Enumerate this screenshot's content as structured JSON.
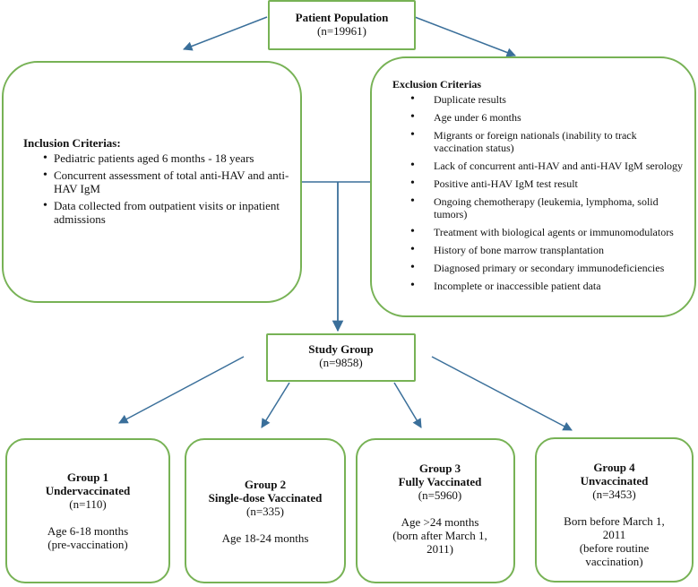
{
  "patient_population": {
    "title": "Patient Population",
    "count": "(n=19961)"
  },
  "inclusion": {
    "title": "Inclusion Criterias:",
    "items": [
      "Pediatric patients aged 6 months - 18 years",
      "Concurrent assessment of total anti-HAV and anti-HAV IgM",
      "Data collected from outpatient visits or inpatient admissions"
    ]
  },
  "exclusion": {
    "title": "Exclusion Criterias",
    "items": [
      "Duplicate results",
      "Age under 6 months",
      "Migrants or foreign nationals (inability to track vaccination status)",
      "Lack of concurrent anti-HAV and anti-HAV IgM serology",
      "Positive anti-HAV IgM test result",
      "Ongoing chemotherapy (leukemia, lymphoma, solid tumors)",
      "Treatment with biological agents or immunomodulators",
      "History of bone marrow transplantation",
      "Diagnosed primary or secondary immunodeficiencies",
      "Incomplete or inaccessible patient data"
    ]
  },
  "study_group": {
    "title": "Study Group",
    "count": "(n=9858)"
  },
  "groups": [
    {
      "name": "Group 1",
      "label": "Undervaccinated",
      "count": "(n=110)",
      "desc1": "Age 6-18 months",
      "desc2": "(pre-vaccination)"
    },
    {
      "name": "Group 2",
      "label": "Single-dose Vaccinated",
      "count": "(n=335)",
      "desc1": "Age 18-24 months"
    },
    {
      "name": "Group 3",
      "label": "Fully Vaccinated",
      "count": "(n=5960)",
      "desc1": "Age >24 months",
      "desc2": "(born after March 1, 2011)"
    },
    {
      "name": "Group 4",
      "label": "Unvaccinated",
      "count": "(n=3453)",
      "desc1": "Born before March 1, 2011",
      "desc2": "(before routine vaccination)"
    }
  ],
  "colors": {
    "box_border": "#77b255",
    "arrow": "#3a6f9a"
  }
}
